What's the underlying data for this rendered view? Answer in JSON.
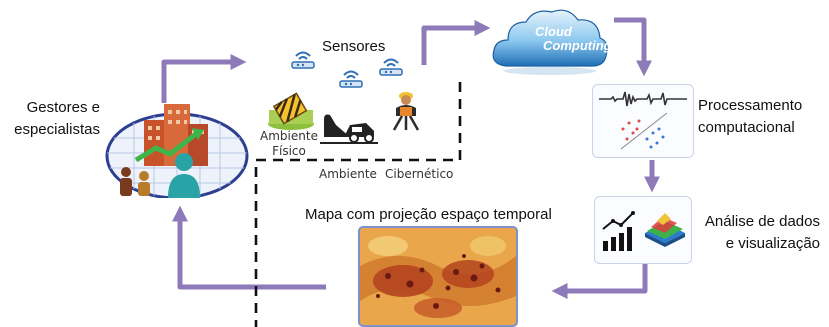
{
  "nodes": {
    "sensors": "Sensores",
    "cloud_line1": "Cloud",
    "cloud_line2": "Computing",
    "processing_line1": "Processamento",
    "processing_line2": "computacional",
    "analysis_line1": "Análise de dados",
    "analysis_line2": "e visualização",
    "map": "Mapa com projeção espaço temporal",
    "managers_line1": "Gestores e",
    "managers_line2": "especialistas",
    "physical_env_line1": "Ambiente",
    "physical_env_line2": "Físico",
    "cyber_env_part1": "Ambiente",
    "cyber_env_part2": "Cibernético"
  },
  "colors": {
    "arrow": "#8e79b9",
    "dashed_line": "#111111",
    "cloud": "#1f8fd8",
    "panel_border": "#c9d3e8",
    "map_frame": "#7f8fd0"
  },
  "icons": [
    "wifi-router-icon",
    "cloud-icon",
    "signal-waveform-icon",
    "scatter-plot-icon",
    "bar-chart-icon",
    "3d-surface-icon",
    "heat-map-icon",
    "buildings-growth-icon",
    "people-icon",
    "construction-sign-icon",
    "car-crash-icon",
    "worker-icon"
  ]
}
